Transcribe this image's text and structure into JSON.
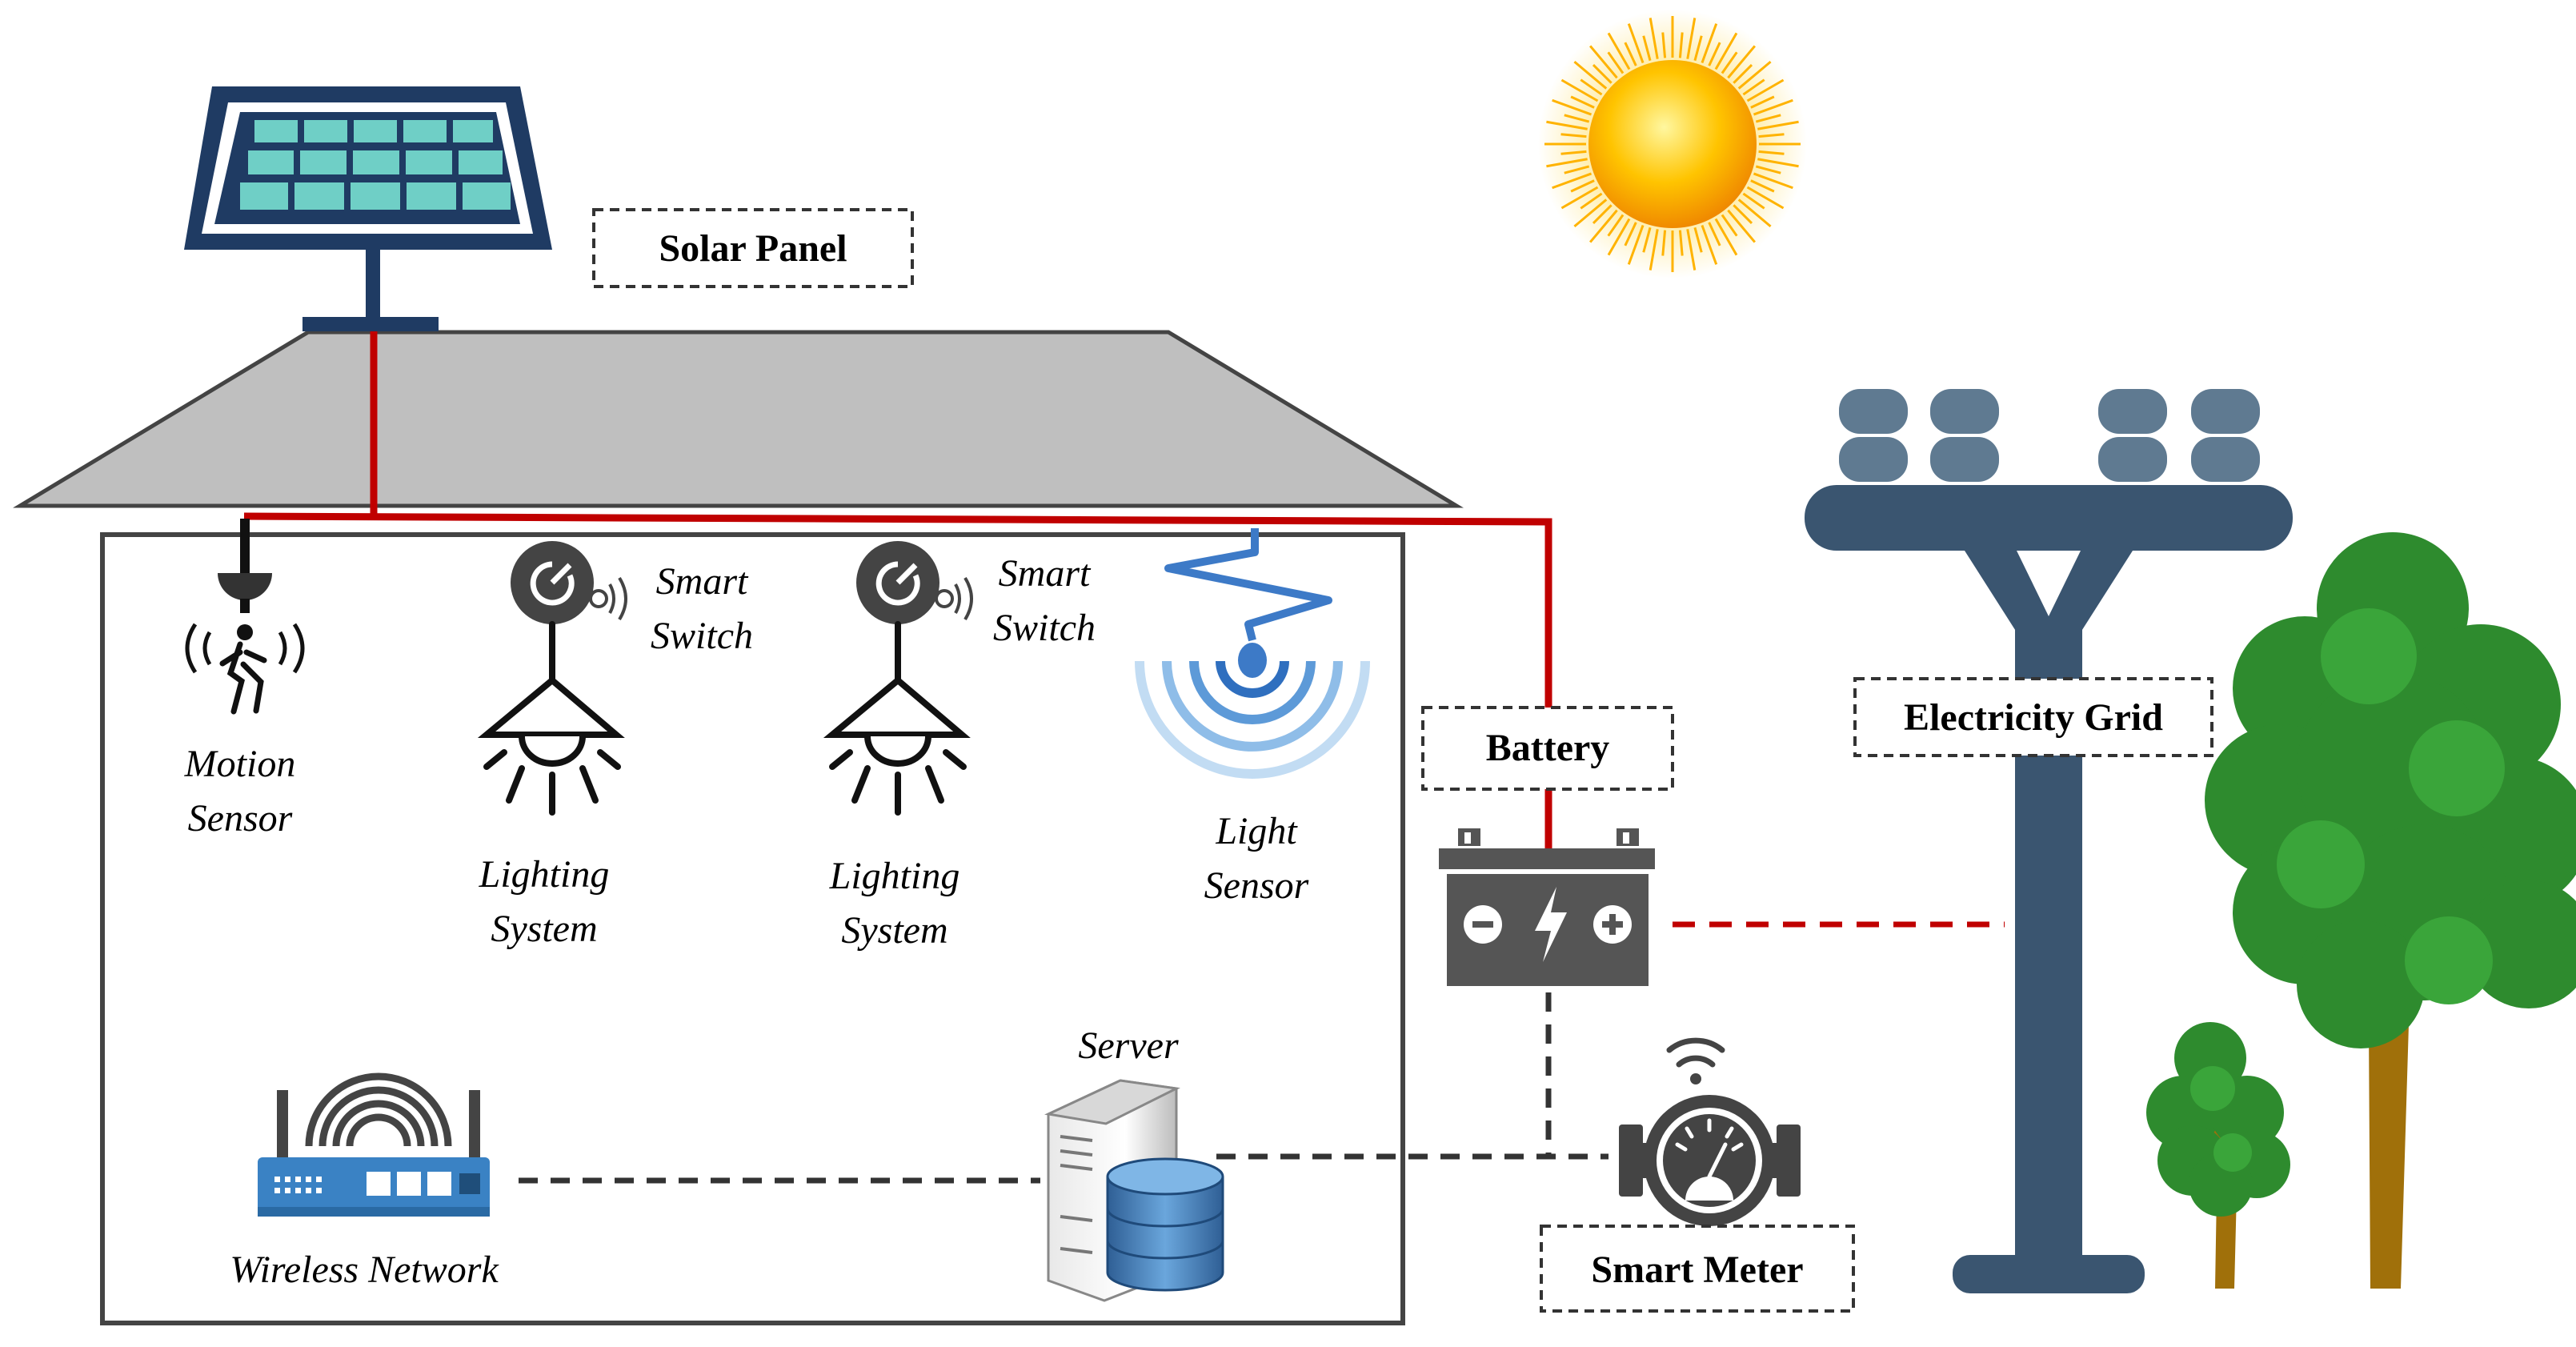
{
  "labels": {
    "solar_panel": "Solar Panel",
    "battery": "Battery",
    "electricity_grid": "Electricity Grid",
    "smart_meter": "Smart Meter",
    "motion_sensor": [
      "Motion",
      "Sensor"
    ],
    "smart_switch_1": [
      "Smart",
      "Switch"
    ],
    "smart_switch_2": [
      "Smart",
      "Switch"
    ],
    "lighting_system_1": [
      "Lighting",
      "System"
    ],
    "lighting_system_2": [
      "Lighting",
      "System"
    ],
    "light_sensor": [
      "Light",
      "Sensor"
    ],
    "server": "Server",
    "wireless_network": "Wireless Network"
  },
  "colors": {
    "power_line": "#c00000",
    "data_line": "#333333",
    "roof": "#bfbfbf",
    "panel_frame": "#1f3b63",
    "panel_cell": "#6fcfc6",
    "pole": "#3a5570",
    "insulator": "#5f7a91",
    "tree_green": "#2e8b2e",
    "trunk": "#a0700a",
    "battery": "#555555"
  },
  "icons": {
    "solar_panel": "solar-panel-icon",
    "sun": "sun-icon",
    "motion_sensor": "motion-sensor-icon",
    "smart_switch": "smart-switch-icon",
    "lighting": "lamp-icon",
    "light_sensor": "light-sensor-icon",
    "battery": "battery-icon",
    "smart_meter": "smart-meter-icon",
    "server": "server-icon",
    "router": "router-icon",
    "grid": "power-pole-icon",
    "tree": "tree-icon"
  }
}
